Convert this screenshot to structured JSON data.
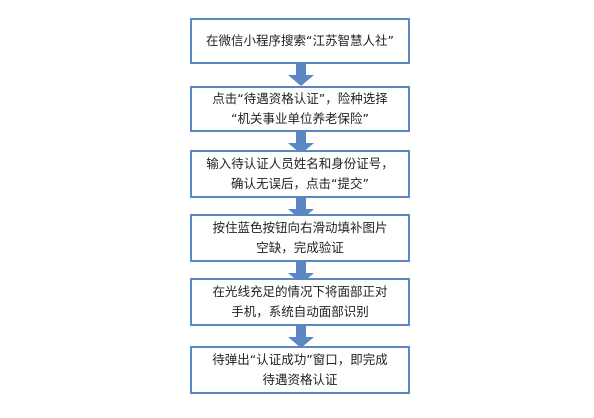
{
  "flowchart": {
    "box_border_color": "#5b88c2",
    "arrow_color": "#5b88c2",
    "steps": [
      {
        "lines": [
          "在微信小程序搜索“江苏智慧人社”"
        ]
      },
      {
        "lines": [
          "点击“待遇资格认证”，险种选择",
          "“机关事业单位养老保险”"
        ]
      },
      {
        "lines": [
          "输入待认证人员姓名和身份证号，",
          "确认无误后，点击“提交”"
        ]
      },
      {
        "lines": [
          "按住蓝色按钮向右滑动填补图片",
          "空缺，完成验证"
        ]
      },
      {
        "lines": [
          "在光线充足的情况下将面部正对",
          "手机，系统自动面部识别"
        ]
      },
      {
        "lines": [
          "待弹出“认证成功”窗口，即完成",
          "待遇资格认证"
        ]
      }
    ]
  }
}
